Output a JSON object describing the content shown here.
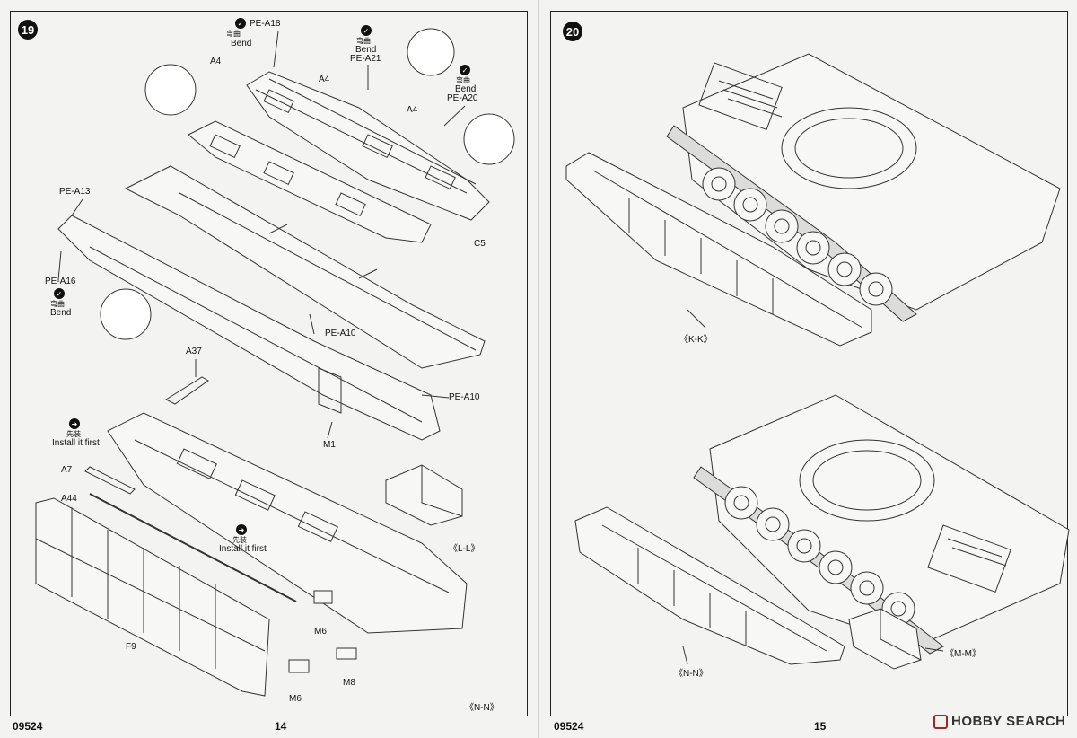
{
  "kit_code": "09524",
  "pages": {
    "left": {
      "step": "19",
      "page_number": "14",
      "labels": {
        "pe_a18": "PE-A18",
        "pe_a21": "PE-A21",
        "pe_a20": "PE-A20",
        "pe_a13": "PE-A13",
        "pe_a16": "PE-A16",
        "pe_a10_1": "PE-A10",
        "pe_a10_2": "PE-A10",
        "a4_1": "A4",
        "a4_2": "A4",
        "a4_3": "A4",
        "c5": "C5",
        "a37": "A37",
        "m1": "M1",
        "a7": "A7",
        "a44": "A44",
        "f9": "F9",
        "m6_1": "M6",
        "m6_2": "M6",
        "m8": "M8",
        "l_l": "《L-L》",
        "n_n": "《N-N》"
      },
      "instructions": {
        "bend_cn": "弯曲",
        "bend_en": "Bend",
        "install_cn": "先装",
        "install_en": "Install it first"
      }
    },
    "right": {
      "step": "20",
      "page_number": "15",
      "labels": {
        "k_k": "《K-K》",
        "n_n": "《N-N》",
        "m_m": "《M-M》"
      }
    }
  },
  "watermark": "HOBBY SEARCH"
}
